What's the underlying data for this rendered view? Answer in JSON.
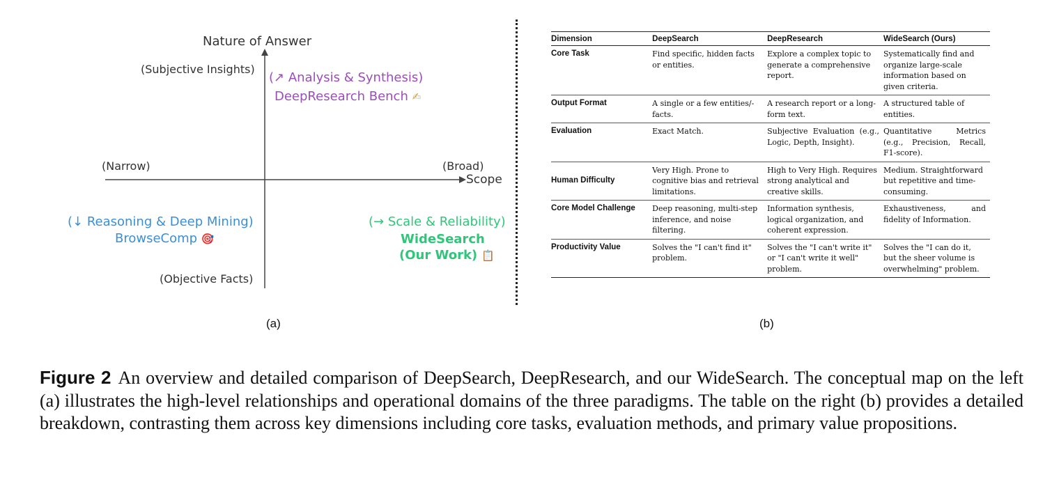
{
  "figure_a": {
    "y_axis_title": "Nature of Answer",
    "y_top_label": "(Subjective Insights)",
    "y_bottom_label": "(Objective Facts)",
    "x_left_label": "(Narrow)",
    "x_right_label": "(Broad)",
    "x_axis_title": "Scope",
    "deepresearch": {
      "line1": "(↗ Analysis & Synthesis)",
      "line2": "DeepResearch Bench",
      "icon": "✍"
    },
    "browsecomp": {
      "line1": "(↓ Reasoning & Deep Mining)",
      "line2": "BrowseComp",
      "icon": "🎯"
    },
    "widesearch": {
      "line1": "(→ Scale & Reliability)",
      "line2": "WideSearch",
      "line3": "(Our Work)",
      "icon": "📋"
    },
    "sublabel": "(a)",
    "colors": {
      "purple": "#9b4db8",
      "blue": "#3a8fd6",
      "green": "#2fc67a",
      "axis": "#444444"
    }
  },
  "figure_b": {
    "headers": [
      "Dimension",
      "DeepSearch",
      "DeepResearch",
      "WideSearch (Ours)"
    ],
    "rows": [
      {
        "dimension": "Core Task",
        "deepsearch": "Find specific, hidden facts or entities.",
        "deepresearch": "Explore a complex topic to generate a comprehensive report.",
        "widesearch": "Systematically find and organize large-scale information based on given criteria."
      },
      {
        "dimension": "Output Format",
        "deepsearch": "A single or a few entities/-facts.",
        "deepresearch": "A research report or a long-form text.",
        "widesearch": "A structured table of entities."
      },
      {
        "dimension": "Evaluation",
        "deepsearch": "Exact Match.",
        "deepresearch": "Subjective Evaluation (e.g., Logic, Depth, Insight).",
        "widesearch": "Quantitative Metrics (e.g., Precision, Recall, F1-score)."
      },
      {
        "dimension": "Human Difficulty",
        "deepsearch": "Very High. Prone to cognitive bias and retrieval limitations.",
        "deepresearch": "High to Very High. Requires strong analytical and creative skills.",
        "widesearch": "Medium. Straightforward but repetitive and time-consuming."
      },
      {
        "dimension": "Core Model Challenge",
        "deepsearch": "Deep reasoning, multi-step inference, and noise filtering.",
        "deepresearch": "Information synthesis, logical organization, and coherent expression.",
        "widesearch": "Exhaustiveness, and fidelity of Information."
      },
      {
        "dimension": "Productivity Value",
        "deepsearch": "Solves the \"I can't find it\" problem.",
        "deepresearch": "Solves the \"I can't write it\" or \"I can't write it well\" problem.",
        "widesearch": "Solves the \"I can do it, but the sheer volume is overwhelming\" problem."
      }
    ],
    "sublabel": "(b)"
  },
  "caption": {
    "label": "Figure 2",
    "text": "An overview and detailed comparison of DeepSearch, DeepResearch, and our WideSearch. The conceptual map on the left (a) illustrates the high-level relationships and operational domains of the three paradigms. The table on the right (b) provides a detailed breakdown, contrasting them across key dimensions including core tasks, evaluation methods, and primary value propositions."
  }
}
